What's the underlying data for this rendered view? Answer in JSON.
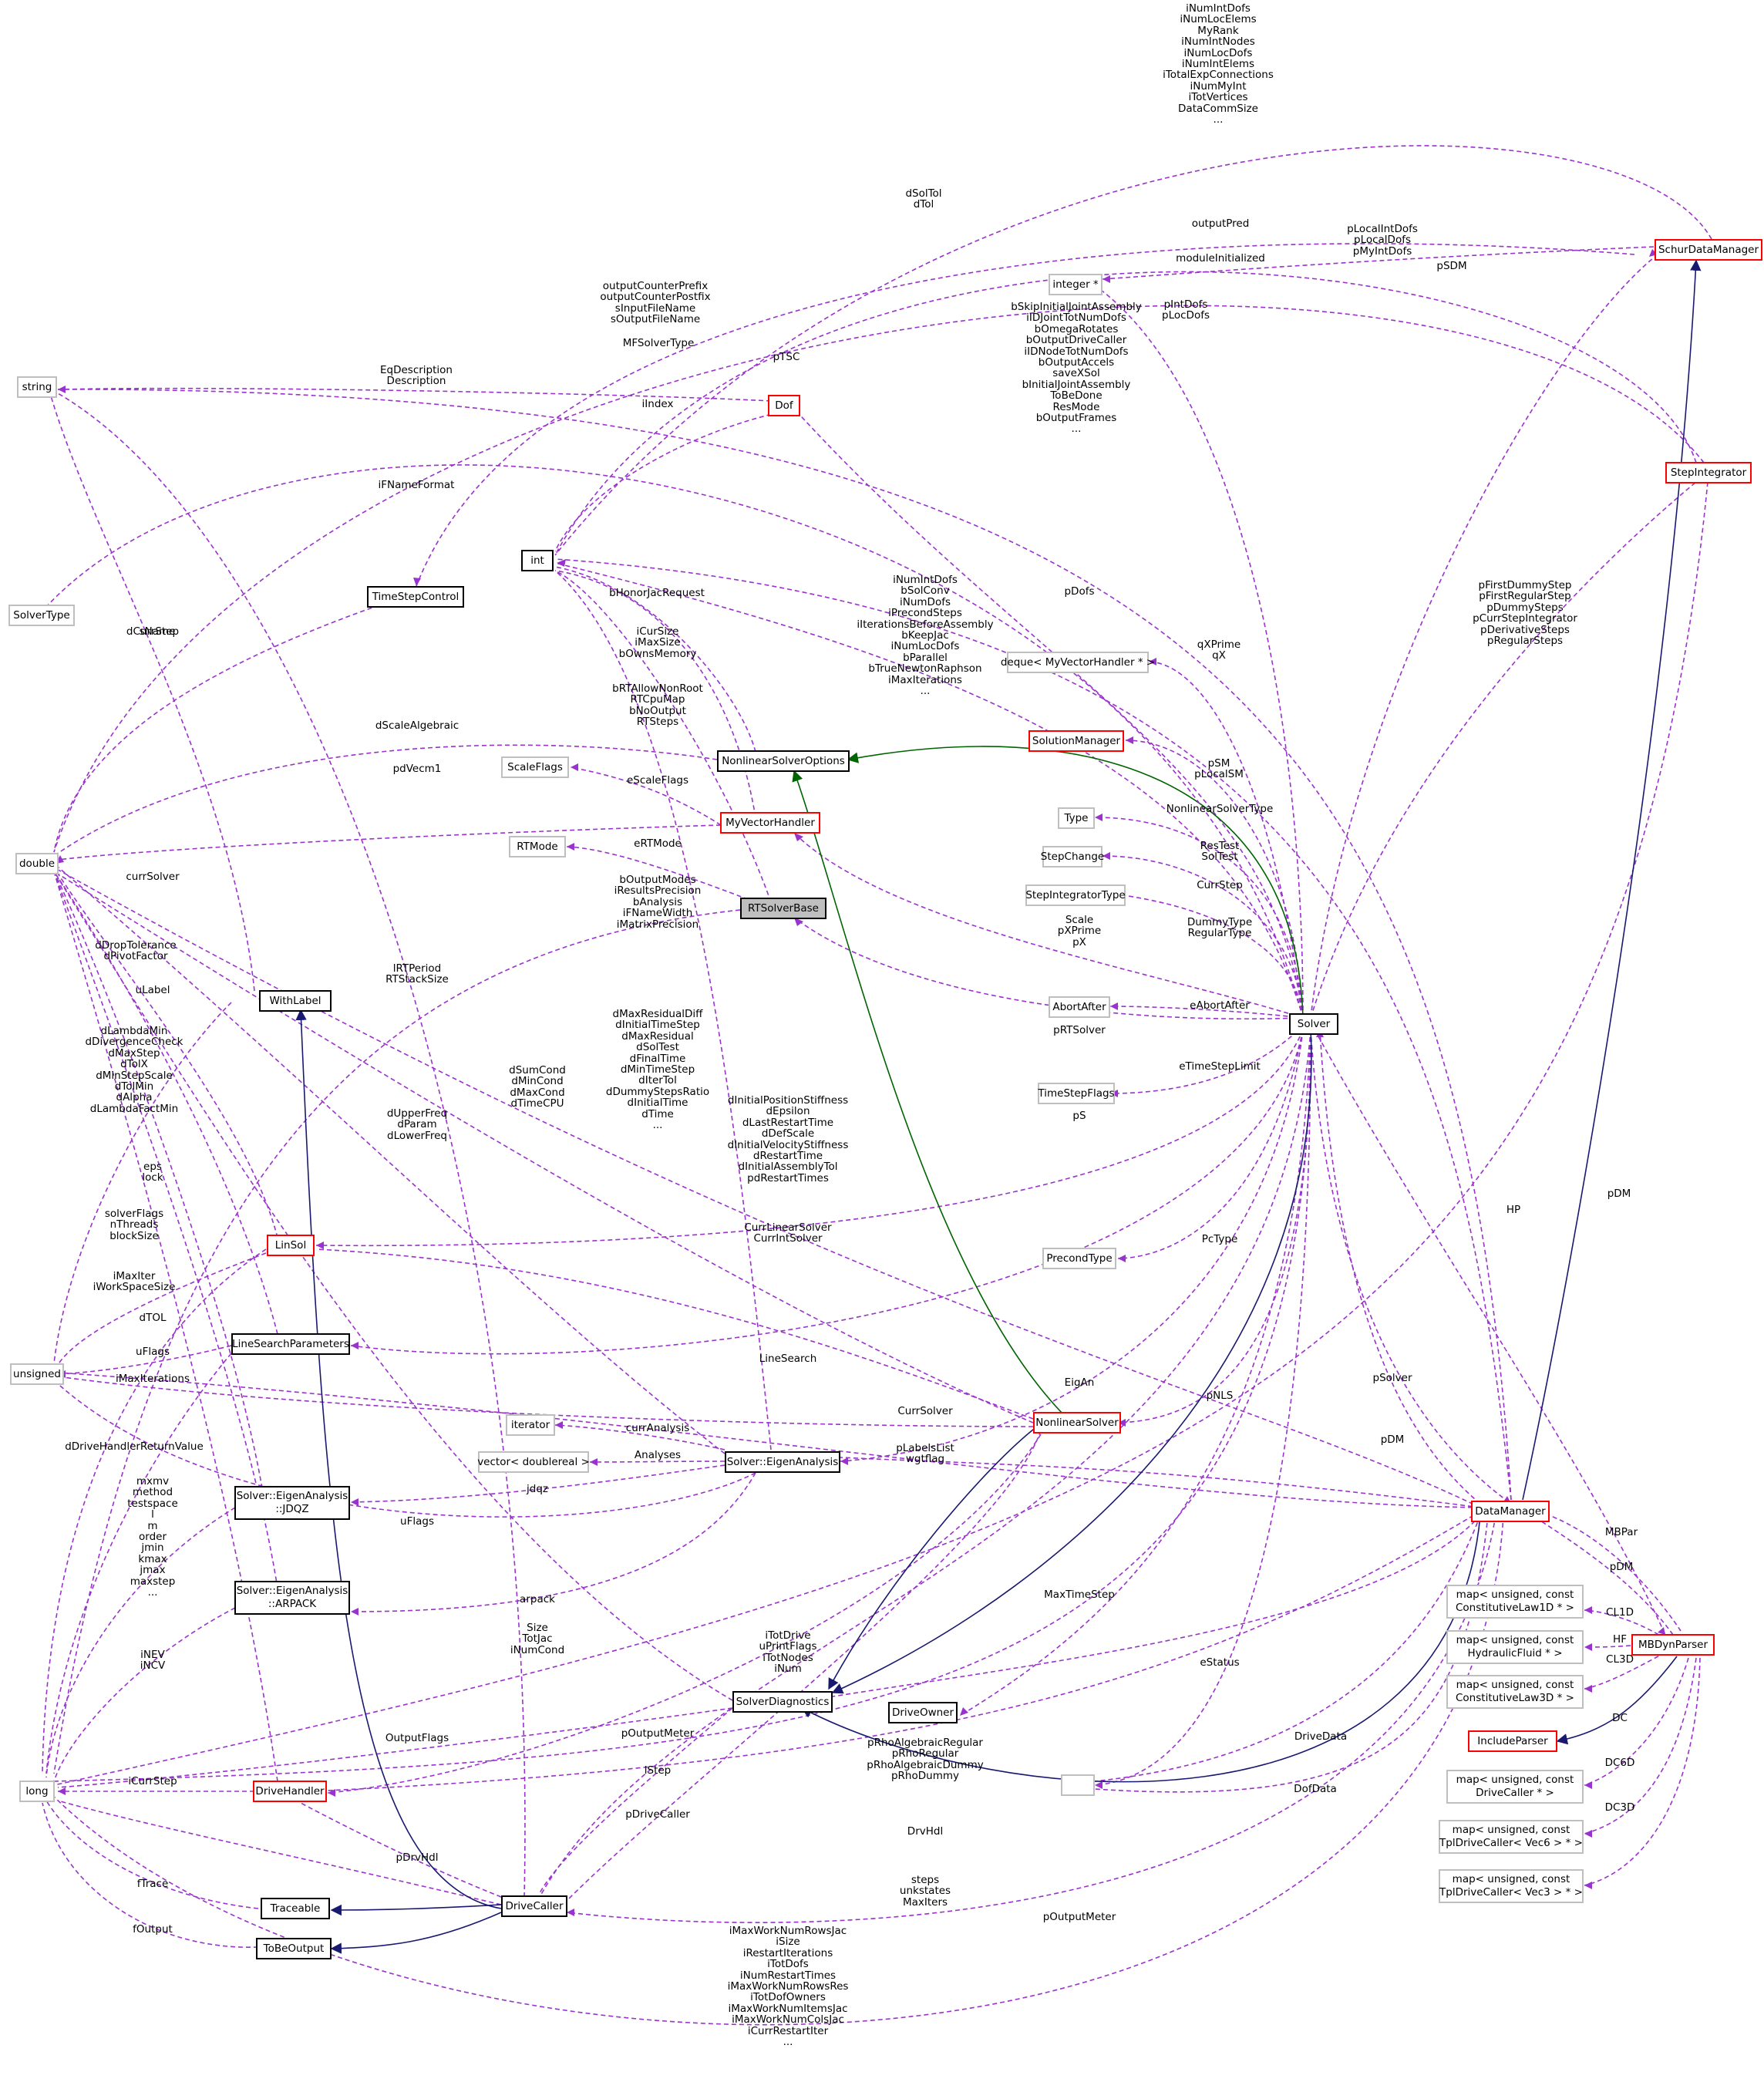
{
  "nodes": {
    "string": "string",
    "solvertype": "SolverType",
    "double": "double",
    "unsigned": "unsigned",
    "long": "long",
    "int": "int",
    "timestepcontrol": "TimeStepControl",
    "dof": "Dof",
    "withlabel": "WithLabel",
    "linsol": "LinSol",
    "linesearchparameters": "LineSearchParameters",
    "jdqz": "Solver::EigenAnalysis\n::JDQZ",
    "arpack": "Solver::EigenAnalysis\n::ARPACK",
    "drivehandler": "DriveHandler",
    "traceable": "Traceable",
    "tobeoutput": "ToBeOutput",
    "scaleflags": "ScaleFlags",
    "rtmode": "RTMode",
    "nonlinearsolveroptions": "NonlinearSolverOptions",
    "myvectorhandler": "MyVectorHandler",
    "rtsolverbase": "RTSolverBase",
    "iterator": "iterator",
    "vector_doublereal": "vector< doublereal >",
    "eigenanalysis": "Solver::EigenAnalysis",
    "solverdiagnostics": "SolverDiagnostics",
    "drivecaller": "DriveCaller",
    "integer_ptr": "integer *",
    "deque_myvectorhandler": "deque< MyVectorHandler * >",
    "solutionmanager": "SolutionManager",
    "type": "Type",
    "stepchange": "StepChange",
    "stepintegratortype": "StepIntegratorType",
    "abortafter": "AbortAfter",
    "timestepflags": "TimeStepFlags",
    "precondtype": "PrecondType",
    "nonlinearsolver": "NonlinearSolver",
    "driveowner": "DriveOwner",
    "empty": "",
    "solver": "Solver",
    "schurdatamanager": "SchurDataManager",
    "stepintegrator": "StepIntegrator",
    "datamanager": "DataManager",
    "map_cl1d": "map< unsigned, const\nConstitutiveLaw1D * >",
    "map_hf": "map< unsigned, const\nHydraulicFluid * >",
    "map_cl3d": "map< unsigned, const\nConstitutiveLaw3D * >",
    "includeparser": "IncludeParser",
    "map_drivecaller": "map< unsigned, const\nDriveCaller * >",
    "map_vec6": "map< unsigned, const\nTplDriveCaller< Vec6 > * >",
    "map_vec3": "map< unsigned, const\nTplDriveCaller< Vec3 > * >",
    "mbdynparser": "MBDynParser"
  },
  "edge_labels": {
    "schur_ints": "iNumIntDofs\niNumLocElems\nMyRank\niNumIntNodes\niNumLocDofs\niNumIntElems\niTotalExpConnections\niNumMyInt\niTotVertices\nDataCommSize\n...",
    "dsoltol": "dSolTol\ndTol",
    "outputpred": "outputPred",
    "pdofs_schur": "pLocalIntDofs\npLocalDofs\npMyIntDofs",
    "moduleinit": "moduleInitialized",
    "psdm": "pSDM",
    "output_strings": "outputCounterPrefix\noutputCounterPostfix\nsInputFileName\nsOutputFileName",
    "mfsolvertype": "MFSolverType",
    "pintdofs": "pIntDofs\npLocDofs",
    "solver_bools": "bSkipInitialJointAssembly\niIDJointTotNumDofs\nbOmegaRotates\nbOutputDriveCaller\niIDNodeTotNumDofs\nbOutputAccels\nsaveXSol\nbInitialJointAssembly\nToBeDone\nResMode\nbOutputFrames\n...",
    "eqdesc": "EqDescription\nDescription",
    "ptsc": "pTSC",
    "iindex": "iIndex",
    "ifnameformat": "iFNameFormat",
    "bhonor": "bHonorJacRequest",
    "dcurrstep": "dCurrStep",
    "snamefix": "sName",
    "dscalealg": "dScaleAlgebraic",
    "escaleflags": "eScaleFlags",
    "icursize": "iCurSize\niMaxSize\nbOwnsMemory",
    "brtallow": "bRTAllowNonRoot\nRTCpuMap\nbNoOutput\nRTSteps",
    "pdvecm1": "pdVecm1",
    "ertmode": "eRTMode",
    "currsolver": "currSolver",
    "rt_bools": "bOutputModes\niResultsPrecision\nbAnalysis\niFNameWidth\niMatrixPrecision",
    "drop": "dDropTolerance\ndPivotFactor",
    "ulabel": "uLabel",
    "irtperiod": "lRTPeriod\nRTStackSize",
    "dlambda": "dLambdaMin\ndDivergenceCheck\ndMaxStep\ndTolX\ndMinStepScale\ndTolMin\ndAlpha\ndLambdaFactMin",
    "dupper": "dUpperFreq\ndParam\ndLowerFreq",
    "dsumcond": "dSumCond\ndMinCond\ndMaxCond\ndTimeCPU",
    "dmaxres": "dMaxResidualDiff\ndInitialTimeStep\ndMaxResidual\ndSolTest\ndFinalTime\ndMinTimeStep\ndIterTol\ndDummyStepsRatio\ndInitialTime\ndTime\n...",
    "dinitpos": "dInitialPositionStiffness\ndEpsilon\ndLastRestartTime\ndDefScale\ndInitialVelocityStiffness\ndRestartTime\ndInitialAssemblyTol\npdRestartTimes",
    "eps": "eps\nlock",
    "solverflags": "solverFlags\nnThreads\nblockSize",
    "imaxiter": "iMaxIter\niWorkSpaceSize",
    "dtol": "dTOL",
    "uflags1": "uFlags",
    "imaxiterations": "iMaxIterations",
    "ddrivehandler": "dDriveHandlerReturnValue",
    "mxmv": "mxmv\nmethod\ntestspace\nl\nm\norder\njmin\nkmax\njmax\nmaxstep\n...",
    "inev": "iNEV\niNCV",
    "outputflags": "OutputFlags",
    "icurrstep": "iCurrStep",
    "ftrace": "fTrace",
    "foutput": "fOutput",
    "pdrvhdl": "pDrvHdl",
    "currlinear": "CurrLinearSolver\nCurrIntSolver",
    "linesearch": "LineSearch",
    "curranalysis": "currAnalysis",
    "analyses": "Analyses",
    "jdqz_lbl": "jdqz",
    "uflags2": "uFlags",
    "arpack_lbl": "arpack",
    "size_lbl": "Size\nTotJac\niNumCond",
    "itotdrive": "iTotDrive\nuPrintFlags\niTotNodes\niNum",
    "poutputmeter": "pOutputMeter",
    "lstep": "lStep",
    "pdrivecaller": "pDriveCaller",
    "drvhdl": "DrvHdl",
    "steps": "steps\nunkstates\nMaxIters",
    "poutputmeter2": "pOutputMeter",
    "imaxwork": "iMaxWorkNumRowsJac\niSize\niRestartIterations\niTotDofs\niNumRestartTimes\niMaxWorkNumRowsRes\niTotDofOwners\niMaxWorkNumItemsJac\niMaxWorkNumColsJac\niCurrRestartIter\n...",
    "inumintdofs": "iNumIntDofs\nbSolConv\niNumDofs\niPrecondSteps\niIterationsBeforeAssembly\nbKeepJac\niNumLocDofs\nbParallel\nbTrueNewtonRaphson\niMaxIterations\n...",
    "pdofs_solver": "pDofs",
    "qxprime": "qXPrime\nqX",
    "psm": "pSM\npLocalSM",
    "nlsoltype": "NonlinearSolverType",
    "restest": "ResTest\nSolTest",
    "currstep": "CurrStep",
    "dummytype": "DummyType\nRegularType",
    "scale": "Scale\npXPrime\npX",
    "eabort": "eAbortAfter",
    "prtsolver": "pRTSolver",
    "etimesteplimit": "eTimeStepLimit",
    "ps": "pS",
    "pctype": "PcType",
    "eigan": "EigAn",
    "currsolver2": "CurrSolver",
    "pnls": "pNLS",
    "plabelslist": "pLabelsList\nwgtflag",
    "maxtimestep": "MaxTimeStep",
    "estatus": "eStatus",
    "pfirstdummy": "pFirstDummyStep\npFirstRegularStep\npDummySteps\npCurrStepIntegrator\npDerivativeSteps\npRegularSteps",
    "hp": "HP",
    "pdm1": "pDM",
    "psolver": "pSolver",
    "pdm2": "pDM",
    "mbpar": "MBPar",
    "pdm3": "pDM",
    "cl1d": "CL1D",
    "hf": "HF",
    "cl3d": "CL3D",
    "dc": "DC",
    "dc6d": "DC6D",
    "dc3d": "DC3D",
    "drivedata": "DriveData",
    "dofdata": "DofData",
    "prho": "pRhoAlgebraicRegular\npRhoRegular\npRhoAlgebraicDummy\npRhoDummy"
  },
  "colors": {
    "purple_edge": "#9a32cd",
    "navy_edge": "#191970",
    "green_edge": "#006400",
    "red_border": "#ff0000",
    "gray_border": "#bfbfbf",
    "focus_fill": "#bfbfbf"
  }
}
